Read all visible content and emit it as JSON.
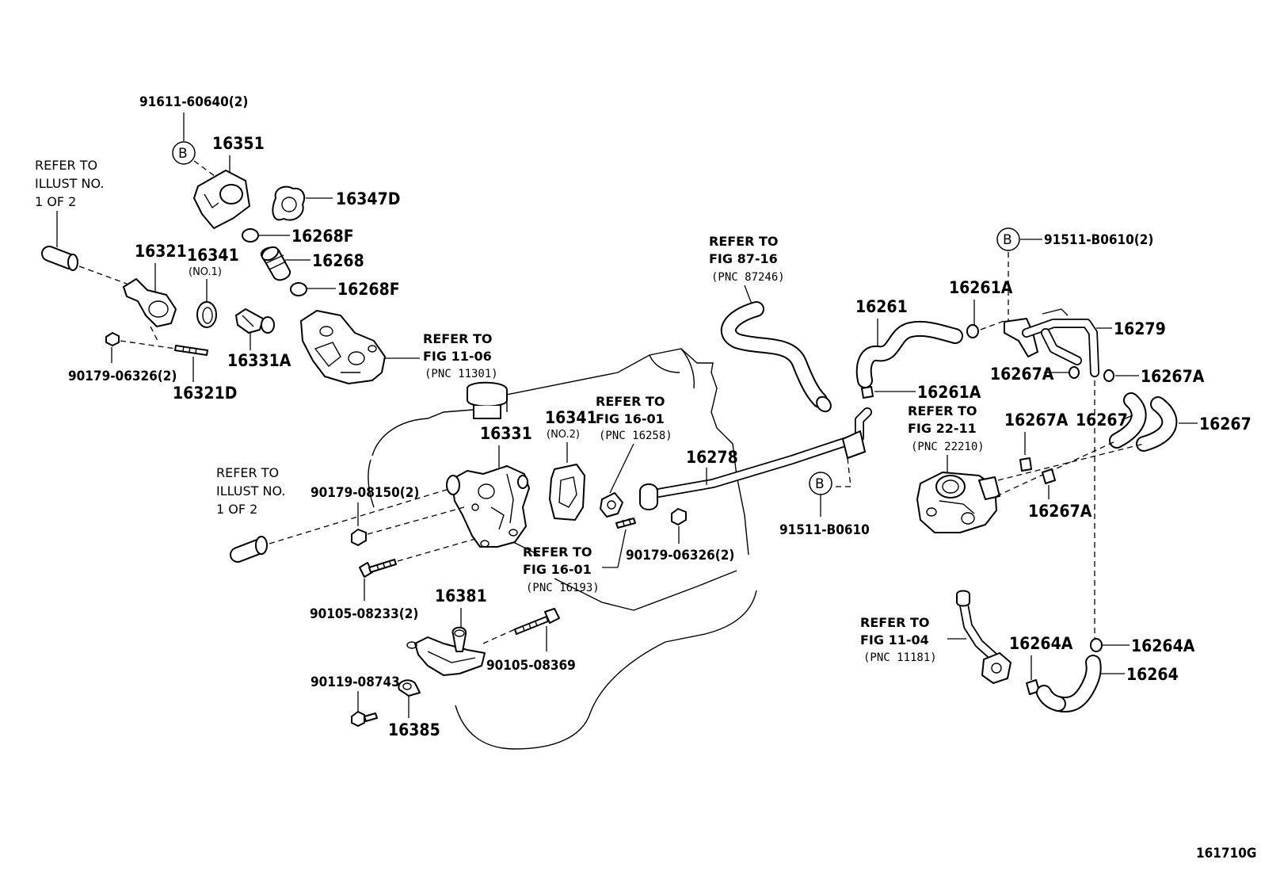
{
  "parts": {
    "p91611": "91611-60640(2)",
    "p16351": "16351",
    "p16347D": "16347D",
    "p16268F_a": "16268F",
    "p16268": "16268",
    "p16268F_b": "16268F",
    "p16321": "16321",
    "p16341_1": "16341",
    "p16341_1_note": "(NO.1)",
    "p16331A": "16331A",
    "p90179_a": "90179-06326(2)",
    "p16321D": "16321D",
    "p16331": "16331",
    "p16341_2": "16341",
    "p16341_2_note": "(NO.2)",
    "p90179_08150": "90179-08150(2)",
    "p90105_08233": "90105-08233(2)",
    "p16381": "16381",
    "p90105_08369": "90105-08369",
    "p90119_08743": "90119-08743",
    "p16385": "16385",
    "p16278": "16278",
    "p90179_b": "90179-06326(2)",
    "p91511_B0610": "91511-B0610",
    "p91511_B0610_2": "91511-B0610(2)",
    "p16261": "16261",
    "p16261A_a": "16261A",
    "p16261A_b": "16261A",
    "p16279": "16279",
    "p16267A_a": "16267A",
    "p16267A_b": "16267A",
    "p16267A_c": "16267A",
    "p16267A_d": "16267A",
    "p16267_a": "16267",
    "p16267_b": "16267",
    "p16264A_a": "16264A",
    "p16264A_b": "16264A",
    "p16264": "16264"
  },
  "refs": {
    "illust1": [
      "REFER TO",
      "ILLUST NO.",
      "1 OF 2"
    ],
    "illust2": [
      "REFER TO",
      "ILLUST NO.",
      "1 OF 2"
    ],
    "fig1106": [
      "REFER TO",
      "FIG 11-06",
      "(PNC 11301)"
    ],
    "fig8716": [
      "REFER TO",
      "FIG 87-16",
      "(PNC 87246)"
    ],
    "fig1601a": [
      "REFER TO",
      "FIG 16-01",
      "(PNC 16258)"
    ],
    "fig1601b": [
      "REFER TO",
      "FIG 16-01",
      "(PNC 16193)"
    ],
    "fig2211": [
      "REFER TO",
      "FIG 22-11",
      "(PNC 22210)"
    ],
    "fig1104": [
      "REFER TO",
      "FIG 11-04",
      "(PNC 11181)"
    ]
  },
  "markers": {
    "b": "B"
  },
  "figure_id": "161710G"
}
